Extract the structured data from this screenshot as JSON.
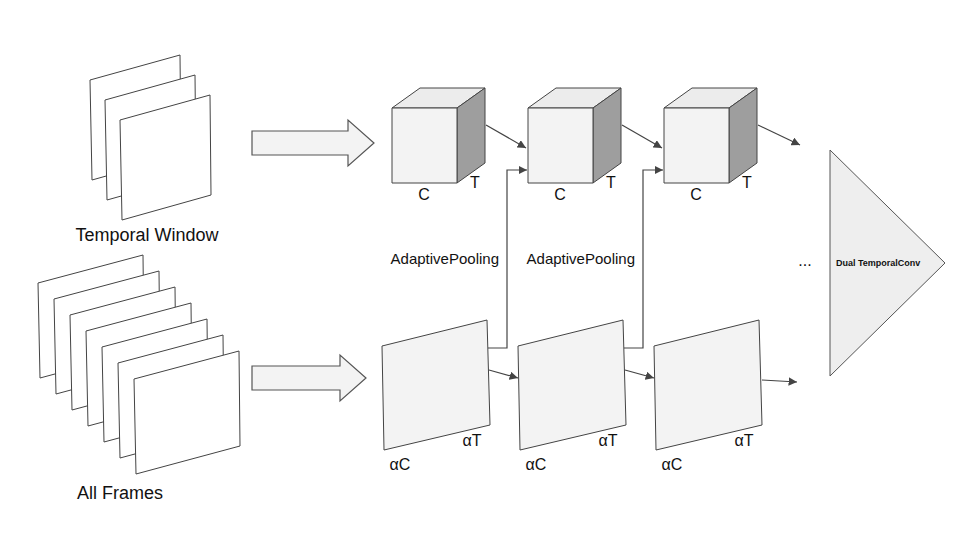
{
  "diagram": {
    "nodes": [
      {
        "text": [
          "Temporal Window"
        ]
      },
      {
        "text": [
          "C",
          "T"
        ]
      },
      {
        "text": [
          "C",
          "T"
        ]
      },
      {
        "text": [
          "C",
          "T"
        ]
      },
      {
        "text": [
          "All Frames"
        ]
      },
      {
        "text": [
          "αC",
          "αT"
        ]
      },
      {
        "text": [
          "αC",
          "αT"
        ]
      },
      {
        "text": [
          "αC",
          "αT"
        ]
      },
      {
        "text": [
          "Dual TemporalConv"
        ]
      }
    ],
    "edges": [
      {
        "from": 0,
        "to": 1,
        "arrow": "to"
      },
      {
        "from": 1,
        "to": 2,
        "arrow": "to"
      },
      {
        "from": 2,
        "to": 3,
        "arrow": "to"
      },
      {
        "from": 4,
        "to": 5,
        "arrow": "to"
      },
      {
        "from": 5,
        "to": 6,
        "arrow": "to"
      },
      {
        "from": 6,
        "to": 7,
        "arrow": "to"
      },
      {
        "from": 5,
        "to": 2,
        "label": "AdaptivePooling",
        "arrow": "to"
      },
      {
        "from": 6,
        "to": 3,
        "label": "AdaptivePooling",
        "arrow": "to"
      }
    ],
    "labels": [
      "..."
    ]
  }
}
